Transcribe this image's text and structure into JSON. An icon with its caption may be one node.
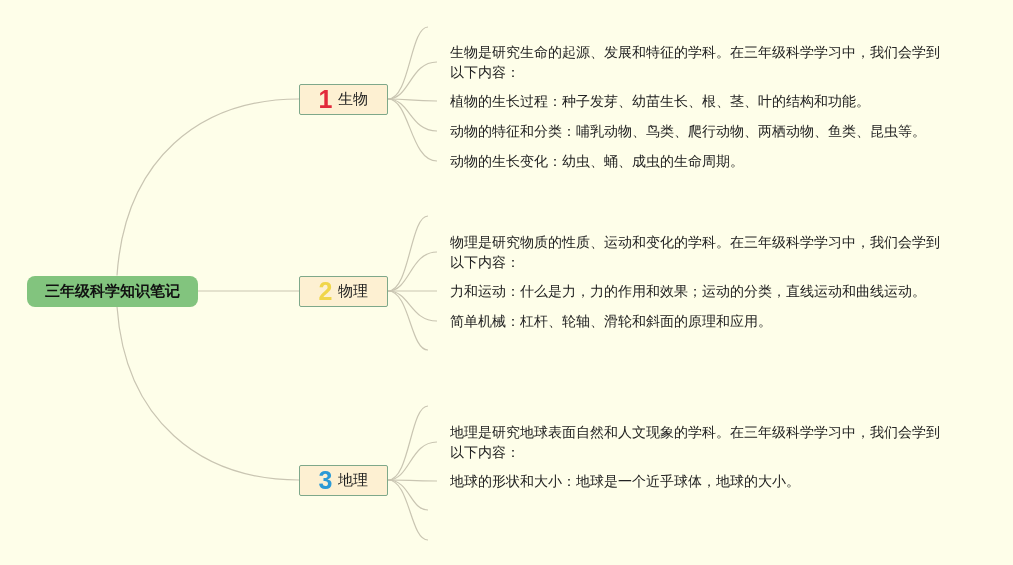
{
  "diagram": {
    "nodes": [
      {
        "text": [
          "三年级科学知识笔记"
        ]
      },
      {
        "text": [
          "1",
          "生物"
        ]
      },
      {
        "text": [
          "生物是研究生命的起源、发展和特征的学科。在三年级科学学习中，我们会学到以下内容："
        ]
      },
      {
        "text": [
          "植物的生长过程：种子发芽、幼苗生长、根、茎、叶的结构和功能。"
        ]
      },
      {
        "text": [
          "动物的特征和分类：哺乳动物、鸟类、爬行动物、两栖动物、鱼类、昆虫等。"
        ]
      },
      {
        "text": [
          "动物的生长变化：幼虫、蛹、成虫的生命周期。"
        ]
      },
      {
        "text": [
          "2",
          "物理"
        ]
      },
      {
        "text": [
          "物理是研究物质的性质、运动和变化的学科。在三年级科学学习中，我们会学到以下内容："
        ]
      },
      {
        "text": [
          "力和运动：什么是力，力的作用和效果；运动的分类，直线运动和曲线运动。"
        ]
      },
      {
        "text": [
          "简单机械：杠杆、轮轴、滑轮和斜面的原理和应用。"
        ]
      },
      {
        "text": [
          "3",
          "地理"
        ]
      },
      {
        "text": [
          "地理是研究地球表面自然和人文现象的学科。在三年级科学学习中，我们会学到以下内容："
        ]
      },
      {
        "text": [
          "地球的形状和大小：地球是一个近乎球体，地球的大小。"
        ]
      }
    ],
    "edges": [
      {
        "from": 0,
        "to": 1,
        "arrow": "none"
      },
      {
        "from": 0,
        "to": 6,
        "arrow": "none"
      },
      {
        "from": 0,
        "to": 10,
        "arrow": "none"
      },
      {
        "from": 1,
        "to": null,
        "arrow": "none"
      },
      {
        "from": 1,
        "to": 2,
        "arrow": "none"
      },
      {
        "from": 1,
        "to": 3,
        "arrow": "none"
      },
      {
        "from": 1,
        "to": 4,
        "arrow": "none"
      },
      {
        "from": 1,
        "to": 5,
        "arrow": "none"
      },
      {
        "from": 6,
        "to": null,
        "arrow": "none"
      },
      {
        "from": 6,
        "to": 7,
        "arrow": "none"
      },
      {
        "from": 6,
        "to": 8,
        "arrow": "none"
      },
      {
        "from": 6,
        "to": 9,
        "arrow": "none"
      },
      {
        "from": 6,
        "to": null,
        "arrow": "none"
      },
      {
        "from": 10,
        "to": null,
        "arrow": "none"
      },
      {
        "from": 10,
        "to": 11,
        "arrow": "none"
      },
      {
        "from": 10,
        "to": 12,
        "arrow": "none"
      },
      {
        "from": 10,
        "to": null,
        "arrow": "none"
      },
      {
        "from": 10,
        "to": null,
        "arrow": "none"
      }
    ]
  }
}
